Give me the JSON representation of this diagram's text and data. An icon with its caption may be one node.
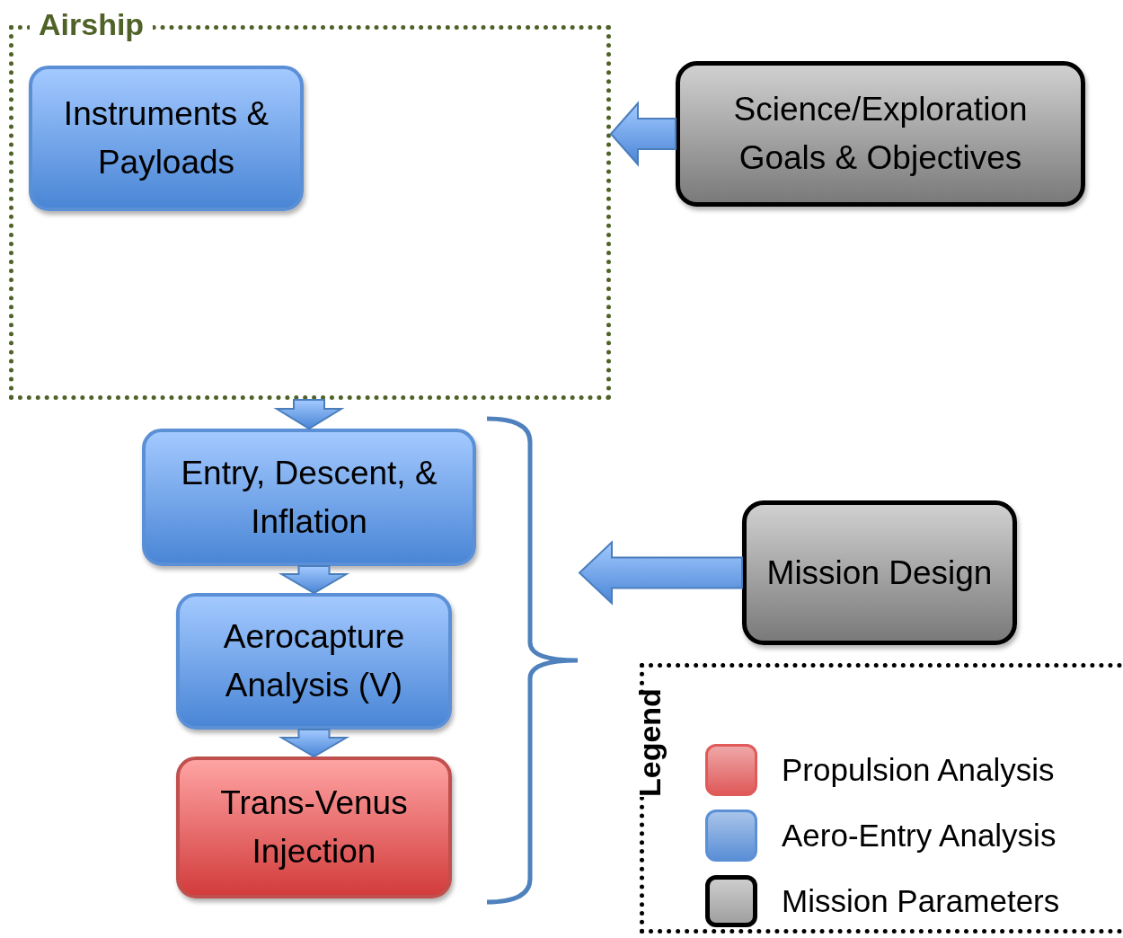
{
  "diagram": {
    "nodes": [
      {
        "text": [
          "Airship"
        ]
      },
      {
        "text": [
          "Instruments & Payloads"
        ],
        "in": 0
      },
      {
        "text": [
          "Science/Exploration Goals & Objectives"
        ]
      },
      {
        "text": [
          "Entry, Descent, & Inflation"
        ]
      },
      {
        "text": [
          "Aerocapture Analysis (V)"
        ]
      },
      {
        "text": [
          "Trans-Venus Injection"
        ]
      },
      {
        "text": [
          "Mission Design"
        ]
      },
      {
        "text": [],
        "shape": "bracket"
      }
    ],
    "edges": [
      {
        "from": 2,
        "to": 0,
        "arrow": "to"
      },
      {
        "from": 0,
        "to": 3,
        "arrow": "to"
      },
      {
        "from": 3,
        "to": 4,
        "arrow": "to"
      },
      {
        "from": 4,
        "to": 5,
        "arrow": "to"
      },
      {
        "from": 6,
        "to": 7,
        "arrow": "to"
      }
    ],
    "labels": [
      "Legend"
    ],
    "legend": [
      {
        "text": "Propulsion Analysis",
        "color": "#e05a5a"
      },
      {
        "text": "Aero-Entry Analysis",
        "color": "#5b8fd6"
      },
      {
        "text": "Mission Parameters",
        "color": "#a0a0a0"
      }
    ]
  }
}
